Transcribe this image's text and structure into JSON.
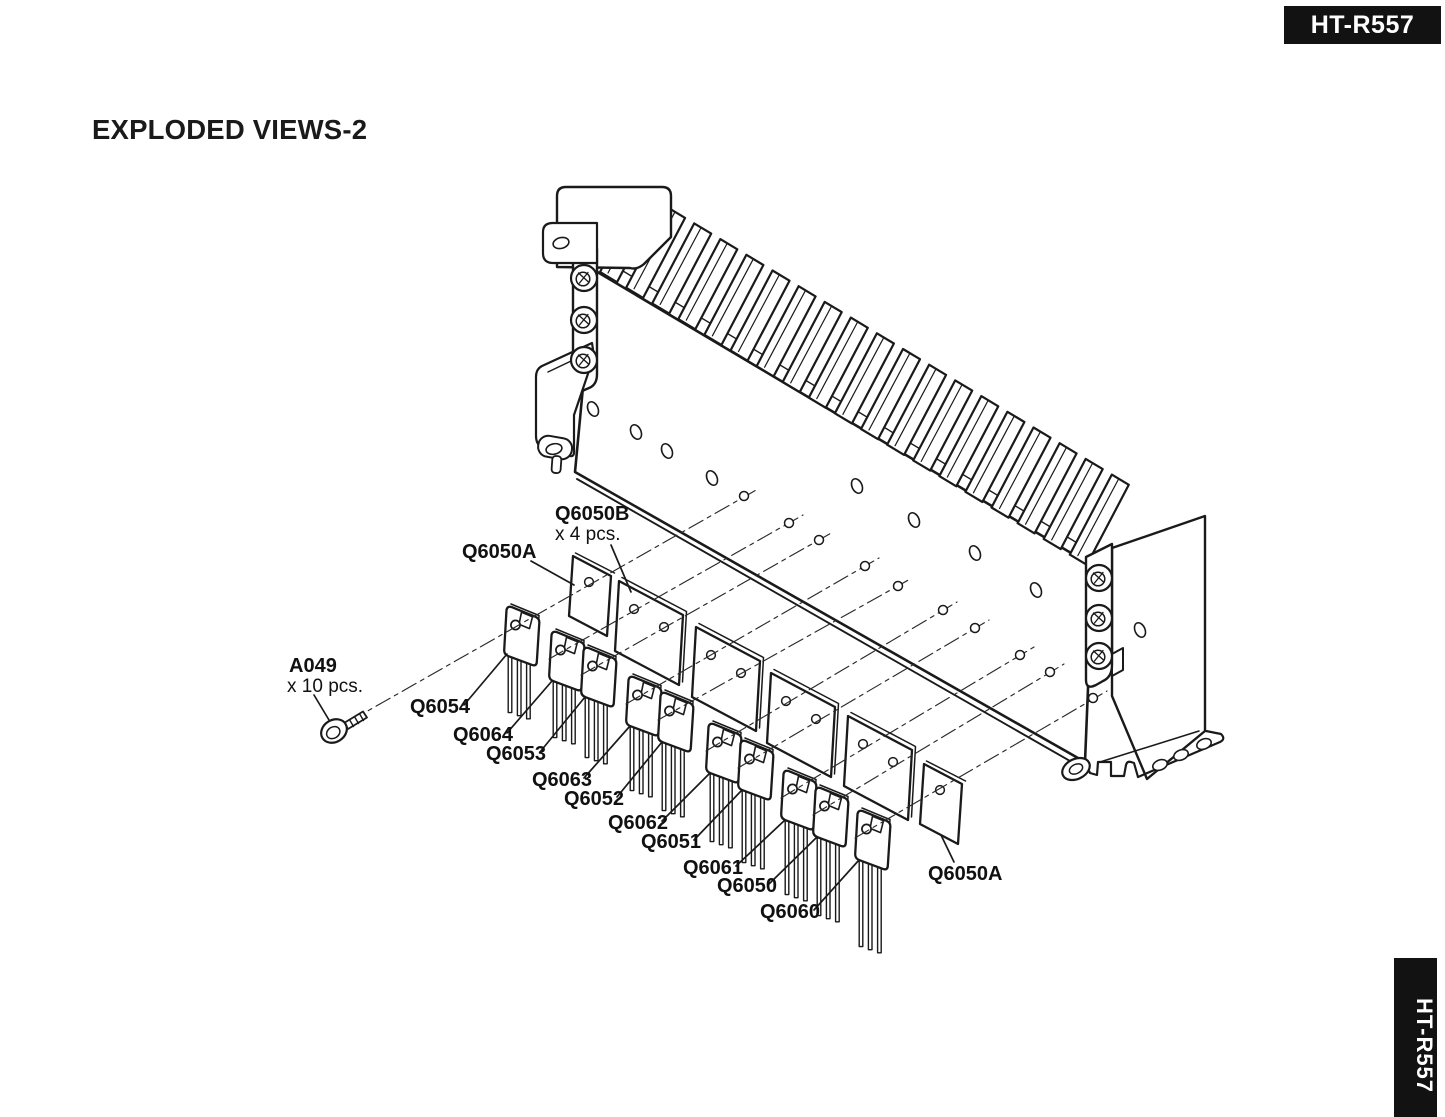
{
  "badges": {
    "top": "HT-R557",
    "side": "HT-R557"
  },
  "heading": {
    "text": "EXPLODED VIEWS-2"
  },
  "diagram": {
    "assembly": "heatsink-with-power-transistors",
    "labels": [
      {
        "part": "Q6050B",
        "text": "Q6050B",
        "qty": "x 4 pcs."
      },
      {
        "part": "Q6050A-left",
        "text": "Q6050A"
      },
      {
        "part": "A049",
        "text": "A049",
        "qty": "x 10 pcs."
      },
      {
        "part": "Q6054",
        "text": "Q6054"
      },
      {
        "part": "Q6064",
        "text": "Q6064"
      },
      {
        "part": "Q6053",
        "text": "Q6053"
      },
      {
        "part": "Q6063",
        "text": "Q6063"
      },
      {
        "part": "Q6052",
        "text": "Q6052"
      },
      {
        "part": "Q6062",
        "text": "Q6062"
      },
      {
        "part": "Q6051",
        "text": "Q6051"
      },
      {
        "part": "Q6061",
        "text": "Q6061"
      },
      {
        "part": "Q6050",
        "text": "Q6050"
      },
      {
        "part": "Q6060",
        "text": "Q6060"
      },
      {
        "part": "Q6050A-right",
        "text": "Q6050A"
      }
    ]
  }
}
